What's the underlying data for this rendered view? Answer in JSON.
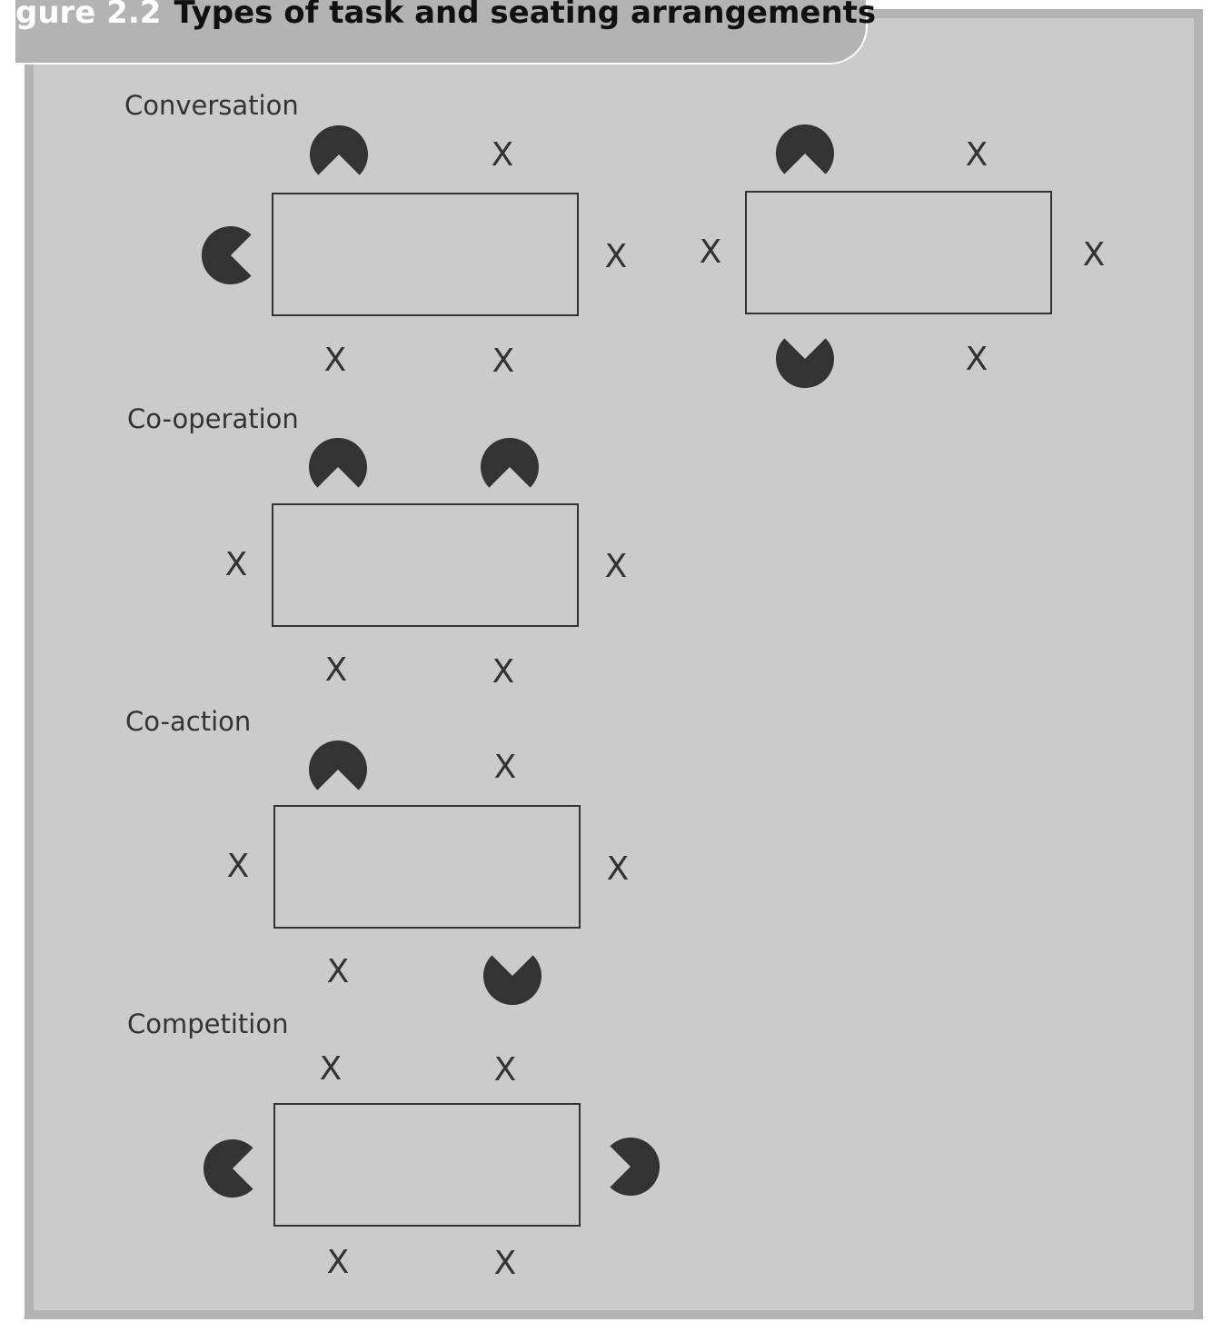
{
  "header": {
    "figure_number": "gure 2.2",
    "title": "Types of task and seating arrangements"
  },
  "sections": {
    "conversation": "Conversation",
    "cooperation": "Co-operation",
    "coaction": "Co-action",
    "competition": "Competition"
  },
  "seat_empty_symbol": "X",
  "colors": {
    "panel": "#cbcbcb",
    "frame": "#b3b3b3",
    "ink": "#333333",
    "figure_number": "#ffffff"
  },
  "icons": {
    "occupied_seat": "person-facing-table-icon",
    "empty_seat": "x-mark"
  }
}
